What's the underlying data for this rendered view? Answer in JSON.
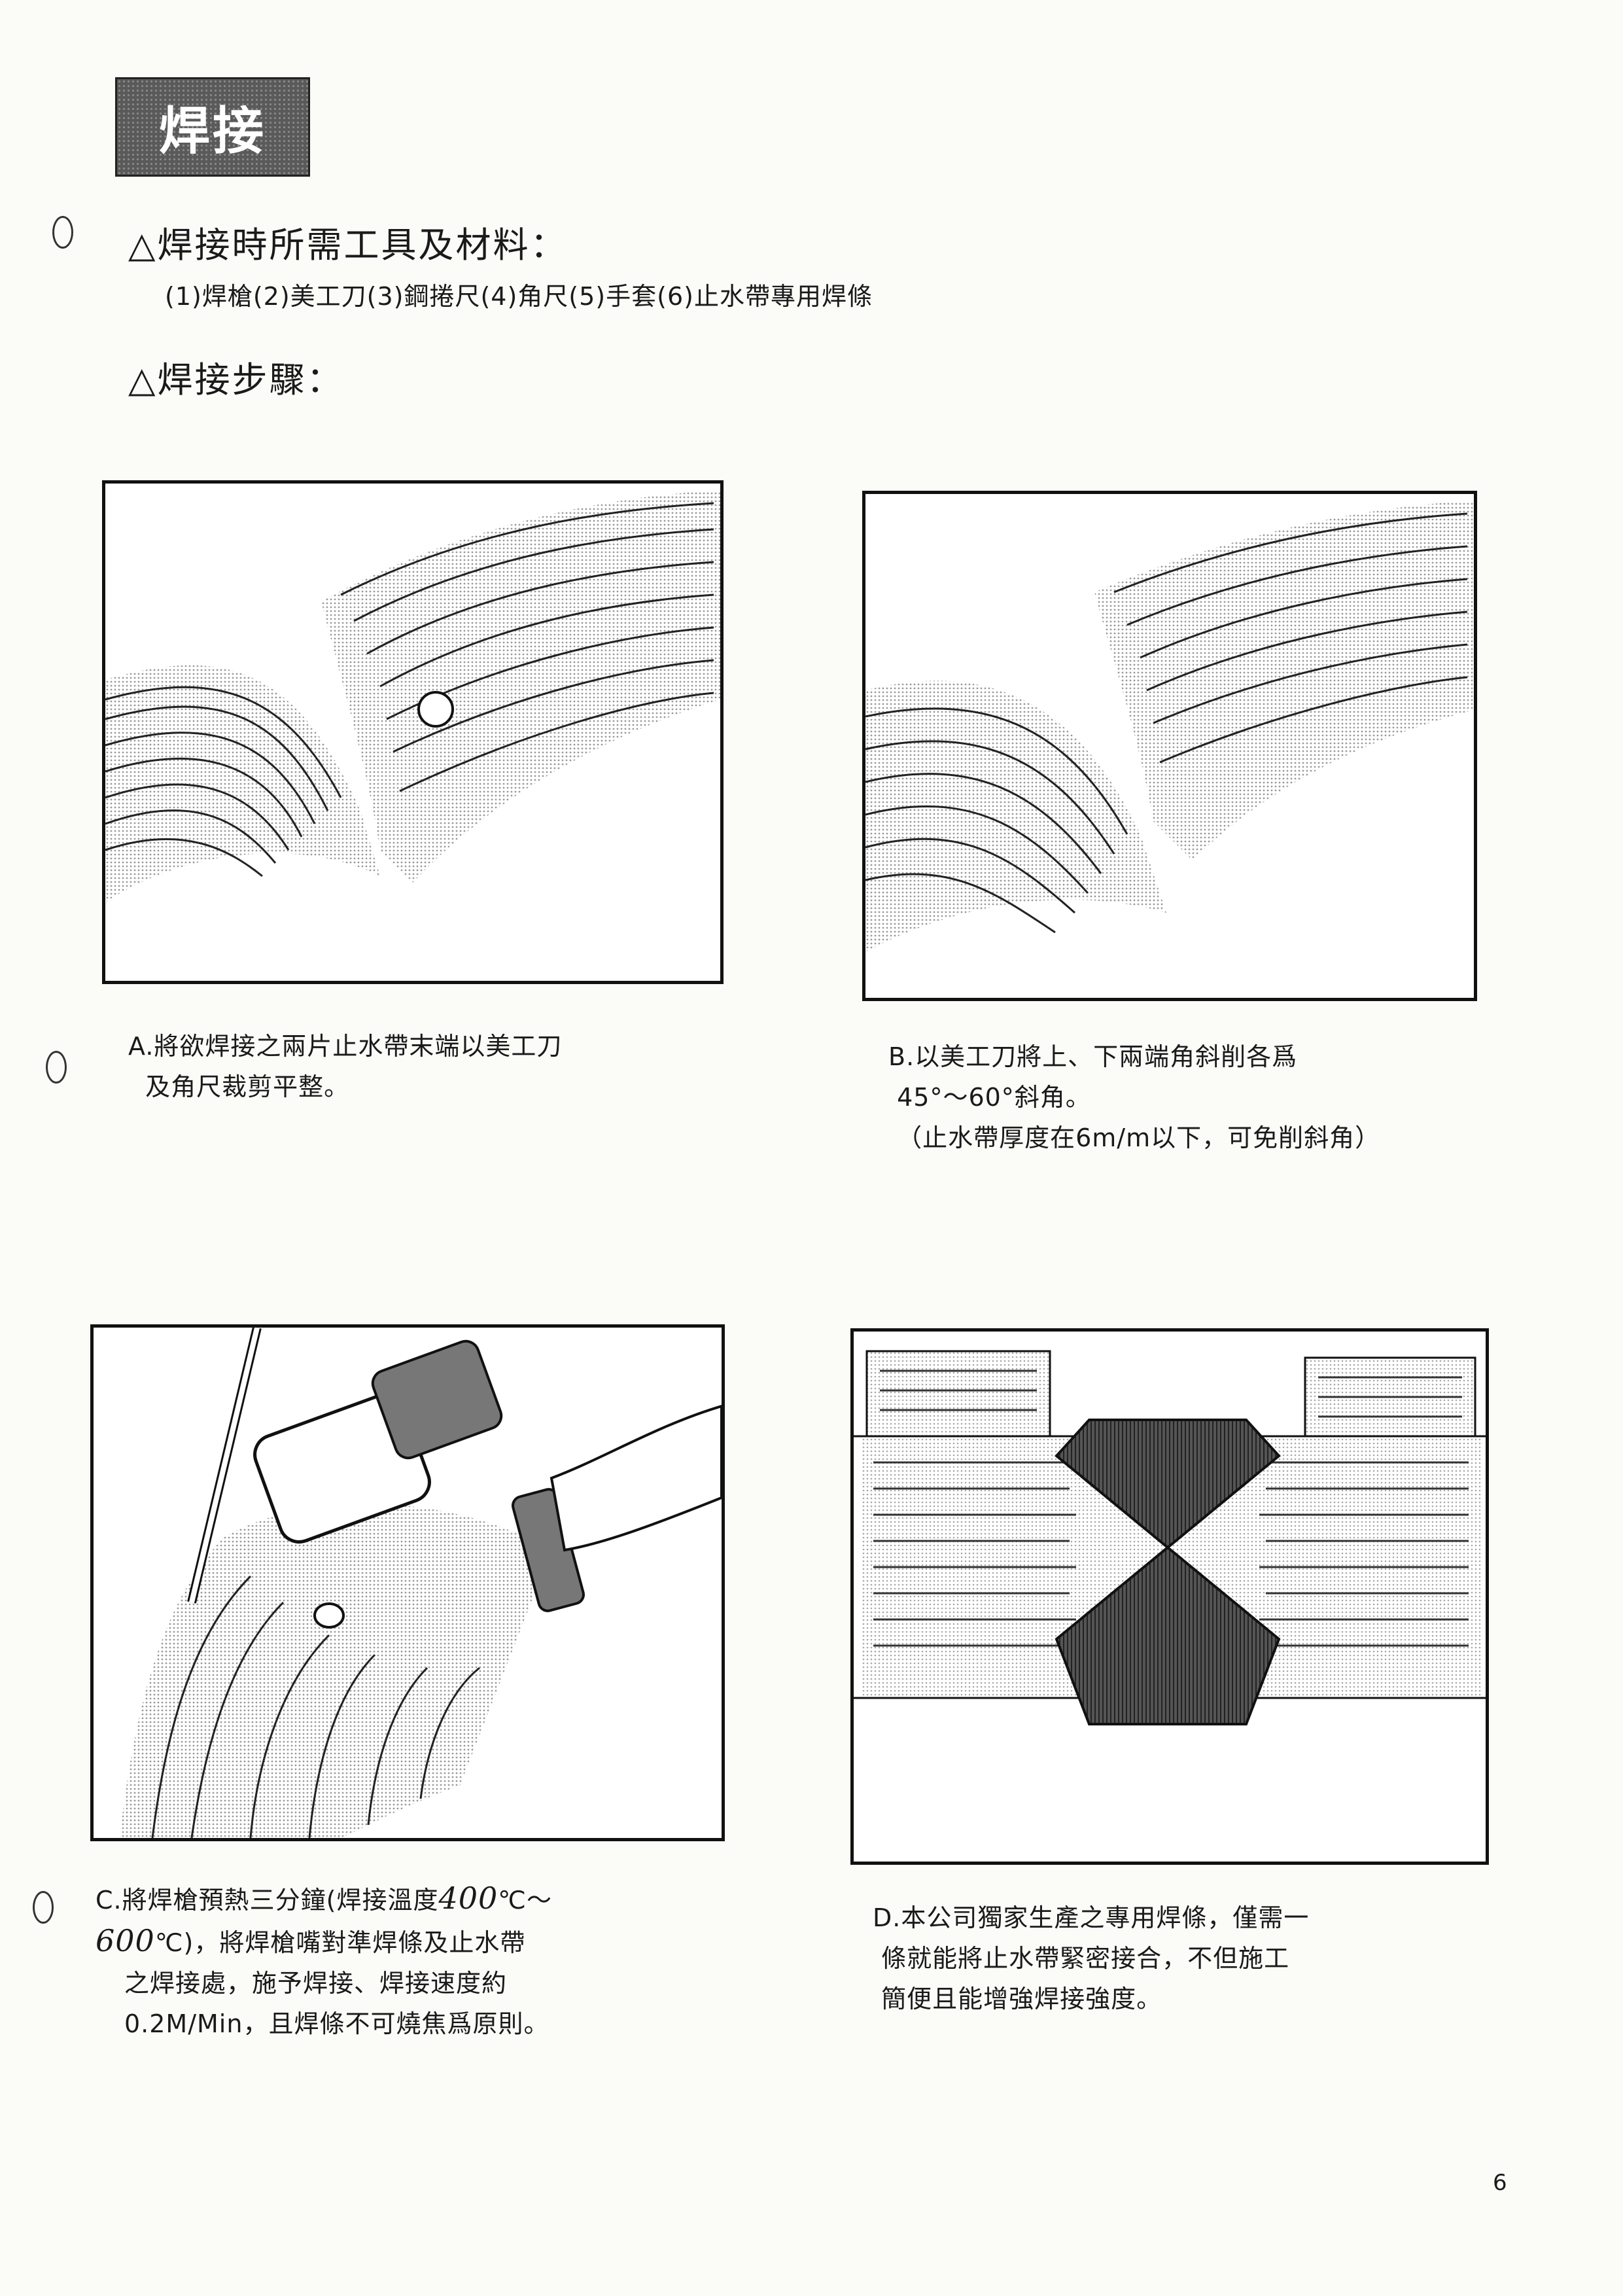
{
  "section_title": "焊接",
  "tools": {
    "heading": "△焊接時所需工具及材料：",
    "list": "(1)焊槍(2)美工刀(3)鋼捲尺(4)角尺(5)手套(6)止水帶專用焊條"
  },
  "steps_heading": "△焊接步驟：",
  "captions": {
    "A": [
      "A.將欲焊接之兩片止水帶末端以美工刀",
      "及角尺裁剪平整。"
    ],
    "B": [
      "B.以美工刀將上、下兩端角斜削各爲",
      "45°～60°斜角。",
      "（止水帶厚度在6m/m以下，可免削斜角）"
    ],
    "C_line1": "C.將焊槍預熱三分鐘(焊接溫度",
    "C_hand1": "400",
    "C_line1_tail": "℃～",
    "C_hand2": "600",
    "C_line2_tail": "℃)，將焊槍嘴對準焊條及止水帶",
    "C_rest": [
      "之焊接處，施予焊接、焊接速度約",
      "0.2M/Min，且焊條不可燒焦爲原則。"
    ],
    "D": [
      "D.本公司獨家生產之專用焊條，僅需一",
      "條就能將止水帶緊密接合，不但施工",
      "簡便且能增強焊接強度。"
    ]
  },
  "page_number": "6",
  "colors": {
    "ink": "#1a1a1a",
    "title_bg": "#5a5a5a",
    "paper": "#fbfbf8"
  }
}
